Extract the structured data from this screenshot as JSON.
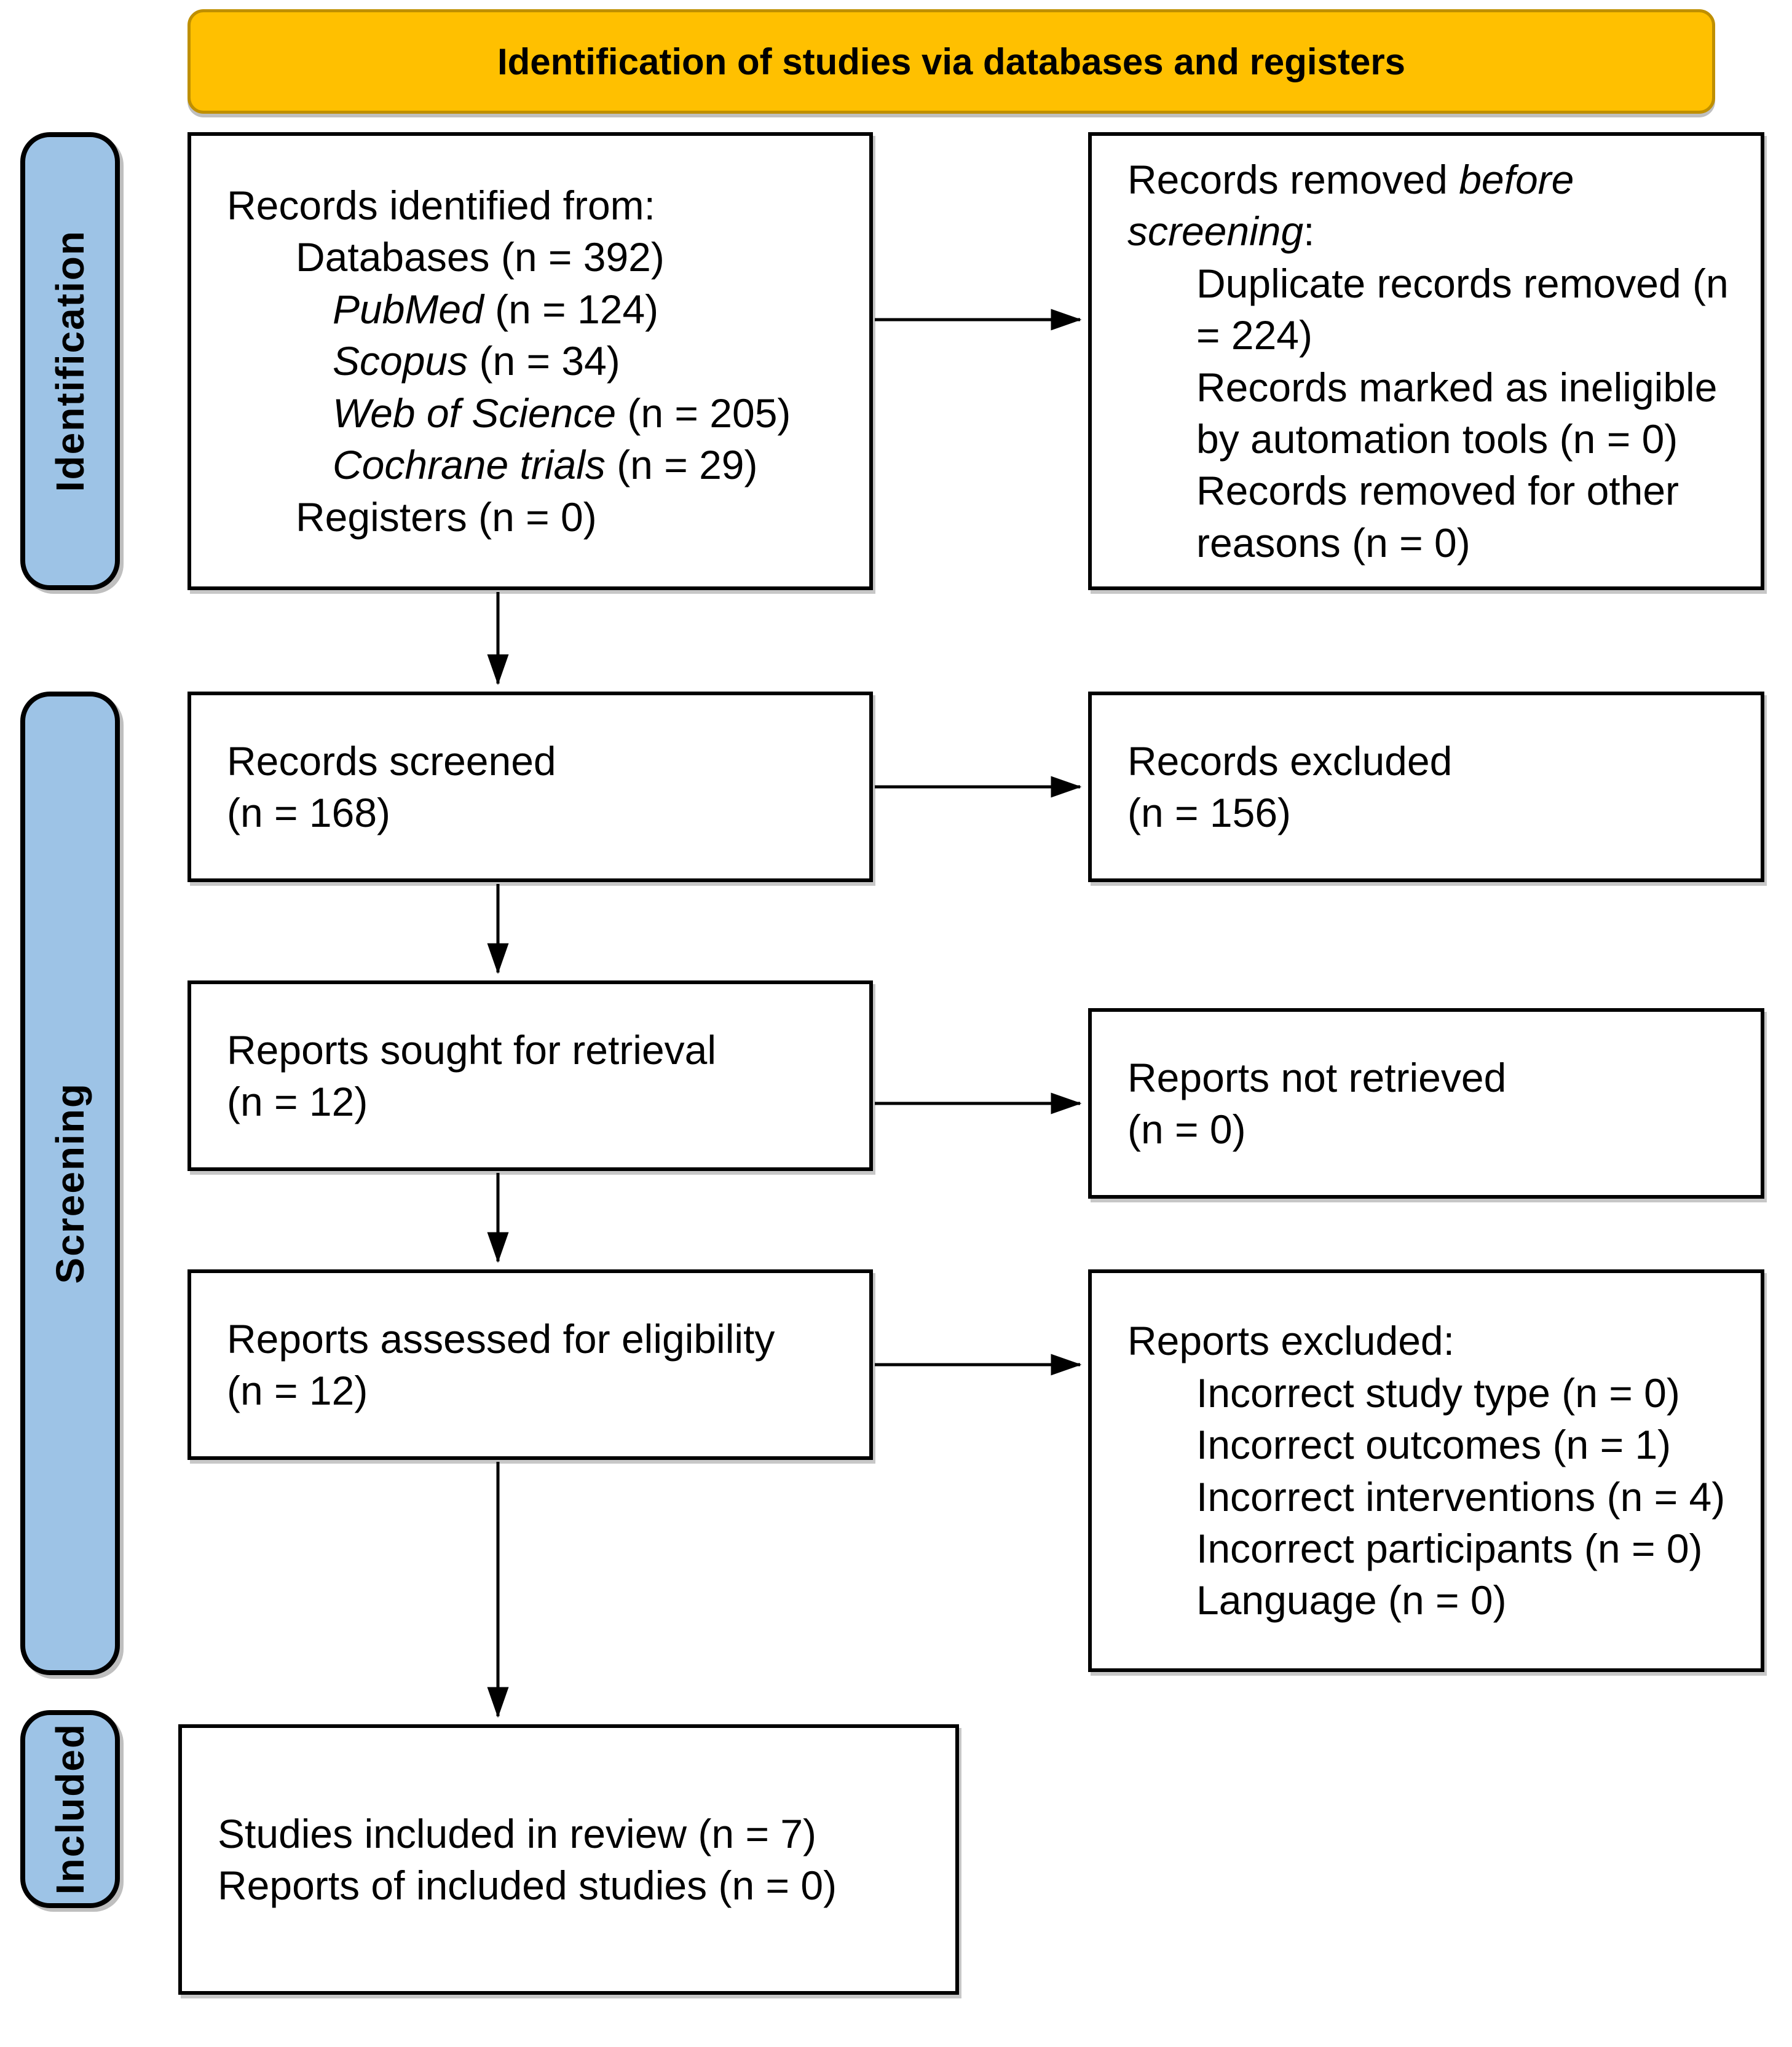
{
  "colors": {
    "banner_bg": "#FFC000",
    "banner_border": "#BF8F00",
    "stage_bg": "#9DC3E6",
    "box_border": "#000000",
    "arrow": "#000000"
  },
  "banner": {
    "title": "Identification of studies via databases and registers"
  },
  "stages": [
    {
      "id": "identification",
      "label": "Identification"
    },
    {
      "id": "screening",
      "label": "Screening"
    },
    {
      "id": "included",
      "label": "Included"
    }
  ],
  "boxes": {
    "records_identified": {
      "lines": [
        {
          "indent": 0,
          "parts": [
            {
              "t": "Records identified from:"
            }
          ]
        },
        {
          "indent": 1,
          "parts": [
            {
              "t": "Databases (n = 392)"
            }
          ]
        },
        {
          "indent": 2,
          "parts": [
            {
              "t": "PubMed",
              "i": true
            },
            {
              "t": " (n = 124)"
            }
          ]
        },
        {
          "indent": 2,
          "parts": [
            {
              "t": "Scopus",
              "i": true
            },
            {
              "t": " (n = 34)"
            }
          ]
        },
        {
          "indent": 2,
          "parts": [
            {
              "t": "Web of Science",
              "i": true
            },
            {
              "t": " (n = 205)"
            }
          ]
        },
        {
          "indent": 2,
          "parts": [
            {
              "t": "Cochrane trials",
              "i": true
            },
            {
              "t": " (n = 29)"
            }
          ]
        },
        {
          "indent": 1,
          "parts": [
            {
              "t": "Registers (n = 0)"
            }
          ]
        }
      ]
    },
    "records_removed": {
      "lines": [
        {
          "indent": 0,
          "parts": [
            {
              "t": "Records removed "
            },
            {
              "t": "before screening",
              "i": true
            },
            {
              "t": ":"
            }
          ]
        },
        {
          "indent": 1,
          "parts": [
            {
              "t": "Duplicate records removed (n = 224)"
            }
          ]
        },
        {
          "indent": 1,
          "parts": [
            {
              "t": "Records marked as ineligible by automation tools (n = 0)"
            }
          ]
        },
        {
          "indent": 1,
          "parts": [
            {
              "t": "Records removed for other reasons (n = 0)"
            }
          ]
        }
      ]
    },
    "records_screened": {
      "lines": [
        {
          "indent": 0,
          "parts": [
            {
              "t": "Records screened"
            }
          ]
        },
        {
          "indent": 0,
          "parts": [
            {
              "t": "(n = 168)"
            }
          ]
        }
      ]
    },
    "records_excluded": {
      "lines": [
        {
          "indent": 0,
          "parts": [
            {
              "t": "Records excluded"
            }
          ]
        },
        {
          "indent": 0,
          "parts": [
            {
              "t": "(n = 156)"
            }
          ]
        }
      ]
    },
    "reports_sought": {
      "lines": [
        {
          "indent": 0,
          "parts": [
            {
              "t": "Reports sought for retrieval"
            }
          ]
        },
        {
          "indent": 0,
          "parts": [
            {
              "t": "(n = 12)"
            }
          ]
        }
      ]
    },
    "reports_not_retrieved": {
      "lines": [
        {
          "indent": 0,
          "parts": [
            {
              "t": "Reports not retrieved"
            }
          ]
        },
        {
          "indent": 0,
          "parts": [
            {
              "t": "(n = 0)"
            }
          ]
        }
      ]
    },
    "reports_assessed": {
      "lines": [
        {
          "indent": 0,
          "parts": [
            {
              "t": "Reports assessed for eligibility"
            }
          ]
        },
        {
          "indent": 0,
          "parts": [
            {
              "t": "(n = 12)"
            }
          ]
        }
      ]
    },
    "reports_excluded": {
      "lines": [
        {
          "indent": 0,
          "parts": [
            {
              "t": "Reports excluded:"
            }
          ]
        },
        {
          "indent": 1,
          "parts": [
            {
              "t": "Incorrect study type (n = 0)"
            }
          ]
        },
        {
          "indent": 1,
          "parts": [
            {
              "t": "Incorrect outcomes (n = 1)"
            }
          ]
        },
        {
          "indent": 1,
          "parts": [
            {
              "t": "Incorrect interventions (n = 4)"
            }
          ]
        },
        {
          "indent": 1,
          "parts": [
            {
              "t": "Incorrect participants (n = 0)"
            }
          ]
        },
        {
          "indent": 1,
          "parts": [
            {
              "t": "Language (n = 0)"
            }
          ]
        }
      ]
    },
    "studies_included": {
      "lines": [
        {
          "indent": 0,
          "parts": [
            {
              "t": "Studies included in review (n = 7)"
            }
          ]
        },
        {
          "indent": 0,
          "parts": [
            {
              "t": "Reports of included studies (n = 0)"
            }
          ]
        }
      ]
    }
  }
}
